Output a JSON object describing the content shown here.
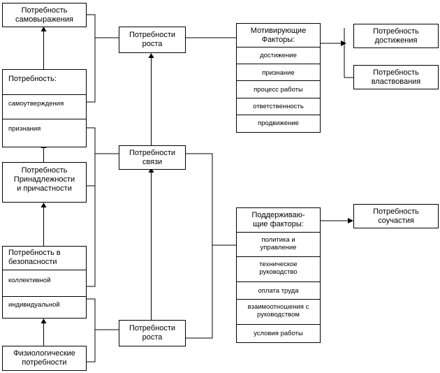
{
  "maslow": {
    "self_expression": "Потребность\nсамовыражения",
    "self_assertion_head": "Потребность:",
    "self_assertion": "самоутверждения",
    "recognition": "признания",
    "belonging": "Потребность\nПринадлежности\nи причастности",
    "safety_head": "Потребность в\nбезопасности",
    "collective": "коллективной",
    "individual": "индивидуальной",
    "physiological": "Физиологические\nпотребности"
  },
  "alderfer": {
    "growth_top": "Потребности\nроста",
    "relatedness": "Потребности\nсвязи",
    "growth_bottom": "Потребности\nроста"
  },
  "motivating": {
    "title": "Мотивирующие\nФакторы:",
    "items": [
      "достижение",
      "признание",
      "процесс работы",
      "ответственность",
      "продвижение"
    ]
  },
  "supporting": {
    "title": "Поддерживаю-\nщие факторы:",
    "items": [
      "политика и\nуправление",
      "техническое\nруководство",
      "оплата труда",
      "взаимоотношения с\nруководством",
      "условия работы"
    ]
  },
  "mcclelland": {
    "achievement": "Потребность\nдостижения",
    "power": "Потребность\nвластвования",
    "affiliation": "Потребность\nсоучастия"
  }
}
